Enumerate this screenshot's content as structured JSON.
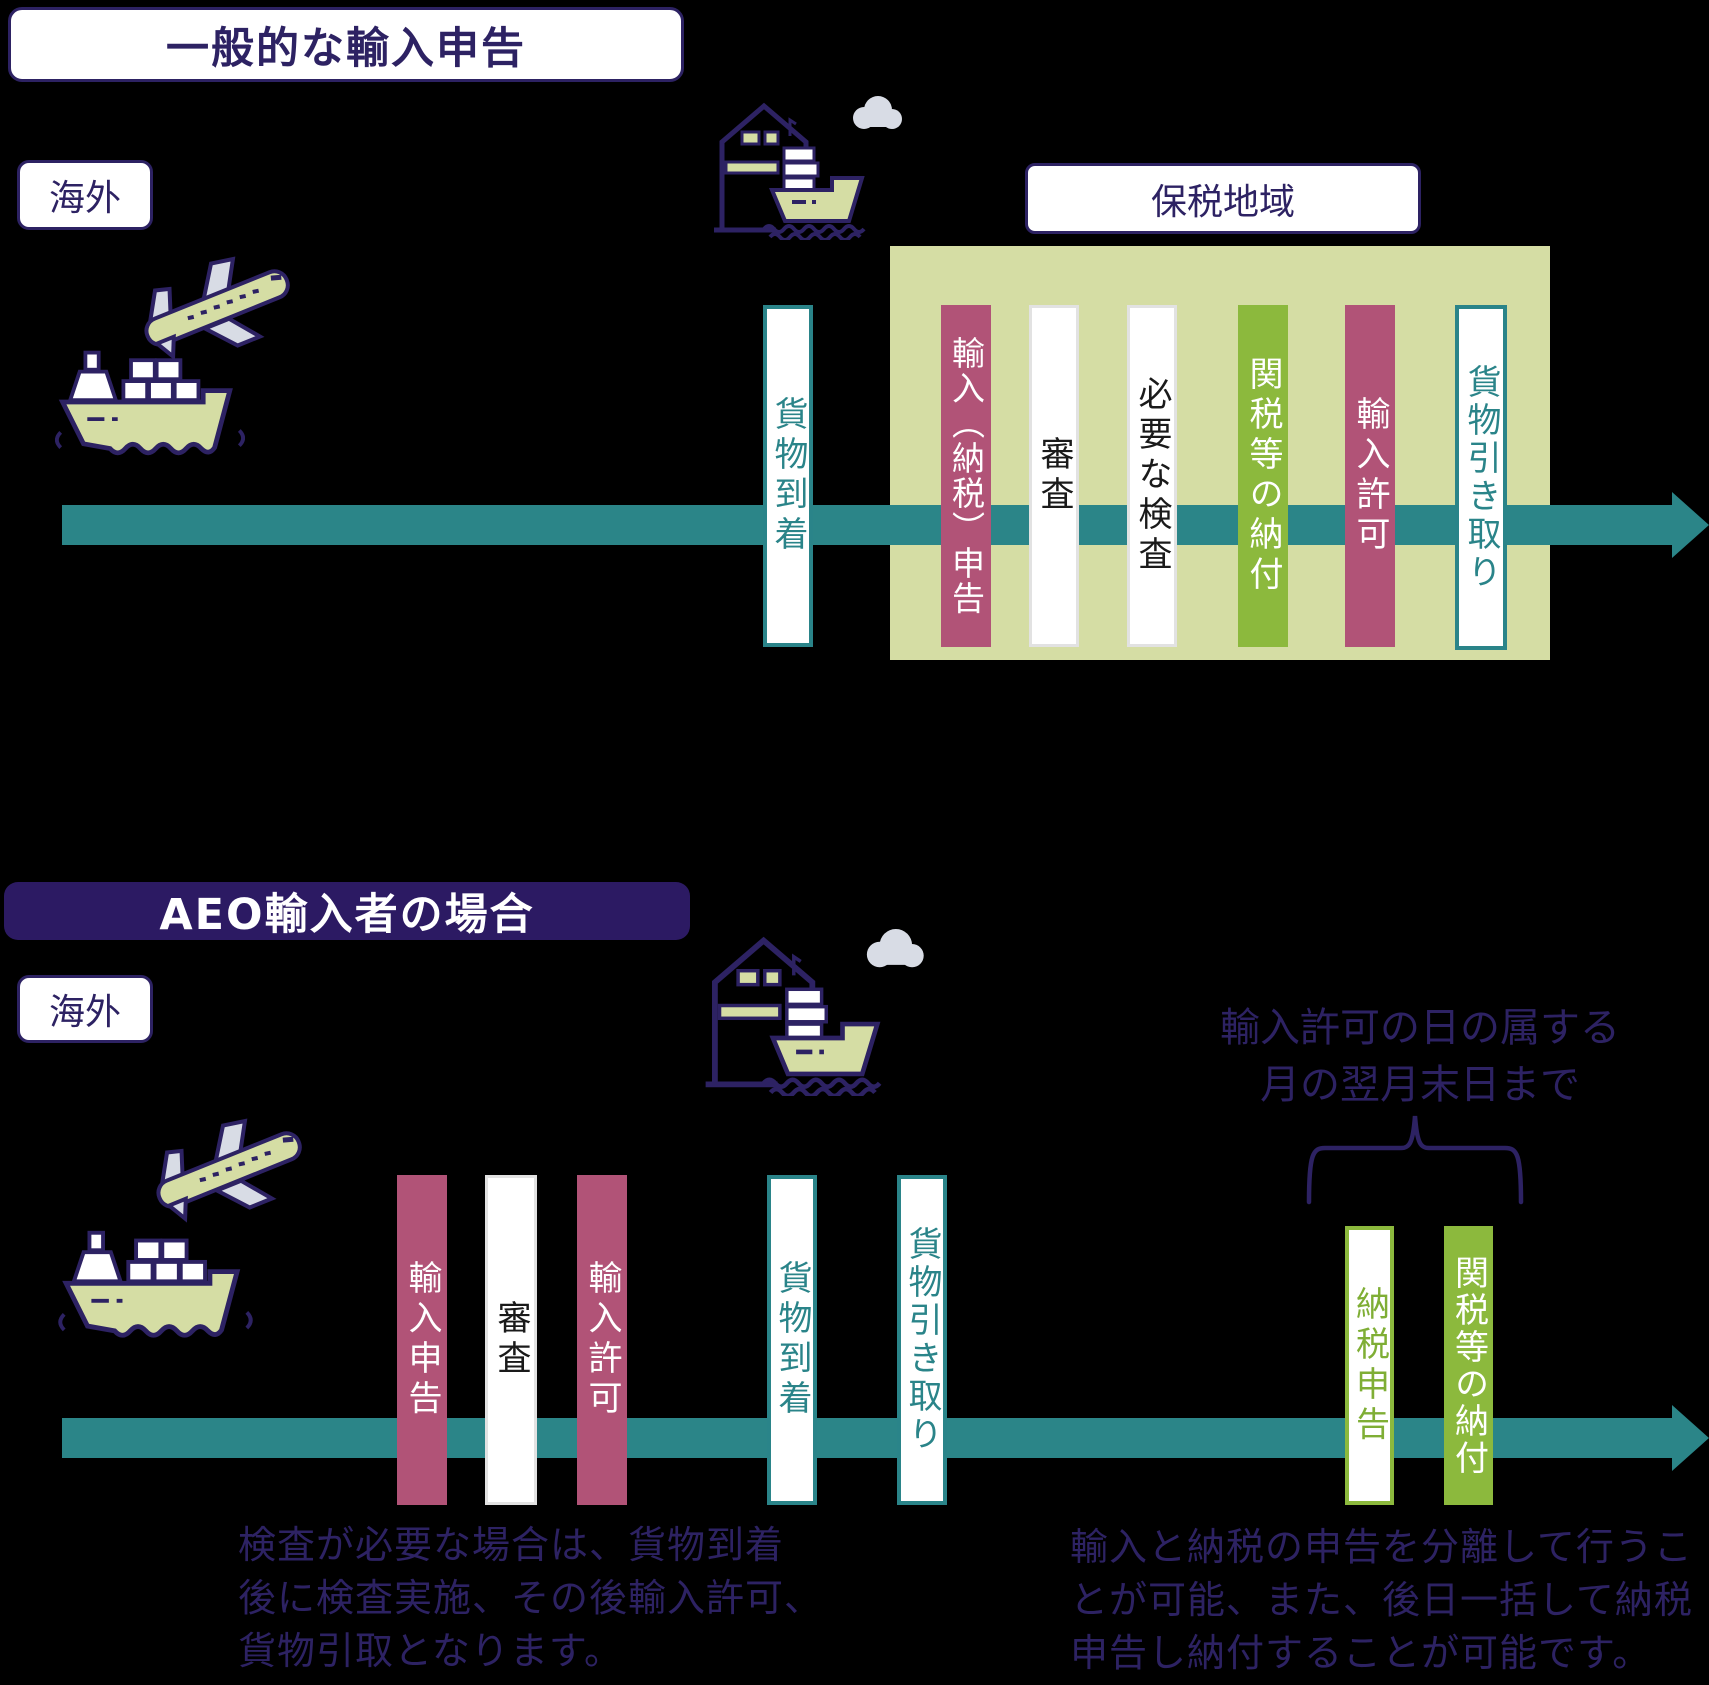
{
  "colors": {
    "background": "#000000",
    "indigo_outline": "#2d2263",
    "deep_purple_banner": "#2c1a63",
    "teal_arrow": "#2b8588",
    "magenta_bar": "#b15377",
    "green_bar": "#8cb93d",
    "light_green_zone": "#d5dda4",
    "cloud_gray": "#d8dce5",
    "white": "#ffffff"
  },
  "top_section": {
    "title": "一般的な輸入申告",
    "overseas_label": "海外",
    "bonded_area_label": "保税地域",
    "bars": [
      {
        "label": "貨物到着",
        "style": "teal-outline"
      },
      {
        "label": "輸入（納税）申告",
        "style": "magenta"
      },
      {
        "label": "審査",
        "style": "white"
      },
      {
        "label": "必要な検査",
        "style": "white"
      },
      {
        "label": "関税等の納付",
        "style": "green"
      },
      {
        "label": "輸入許可",
        "style": "magenta"
      },
      {
        "label": "貨物引き取り",
        "style": "teal-outline"
      }
    ]
  },
  "bottom_section": {
    "title": "AEO輸入者の場合",
    "overseas_label": "海外",
    "deadline_note": {
      "line1": "輸入許可の日の属する",
      "line2": "月の翌月末日まで"
    },
    "bars": [
      {
        "label": "輸入申告",
        "style": "magenta"
      },
      {
        "label": "審査",
        "style": "white"
      },
      {
        "label": "輸入許可",
        "style": "magenta"
      },
      {
        "label": "貨物到着",
        "style": "teal-outline"
      },
      {
        "label": "貨物引き取り",
        "style": "teal-outline"
      },
      {
        "label": "納税申告",
        "style": "green-outline"
      },
      {
        "label": "関税等の納付",
        "style": "green"
      }
    ],
    "note_left": {
      "line1": "検査が必要な場合は、貨物到着",
      "line2": "後に検査実施、その後輸入許可、",
      "line3": "貨物引取となります。"
    },
    "note_right": {
      "line1": "輸入と納税の申告を分離して行うこ",
      "line2": "とが可能、また、後日一括して納税",
      "line3": "申告し納付することが可能です。"
    }
  },
  "icons": {
    "airplane": "airplane-icon",
    "cargo_ship": "cargo-ship-icon",
    "harbor": "harbor-warehouse-icon",
    "cloud": "cloud-icon",
    "brace": "curly-brace-shape"
  }
}
